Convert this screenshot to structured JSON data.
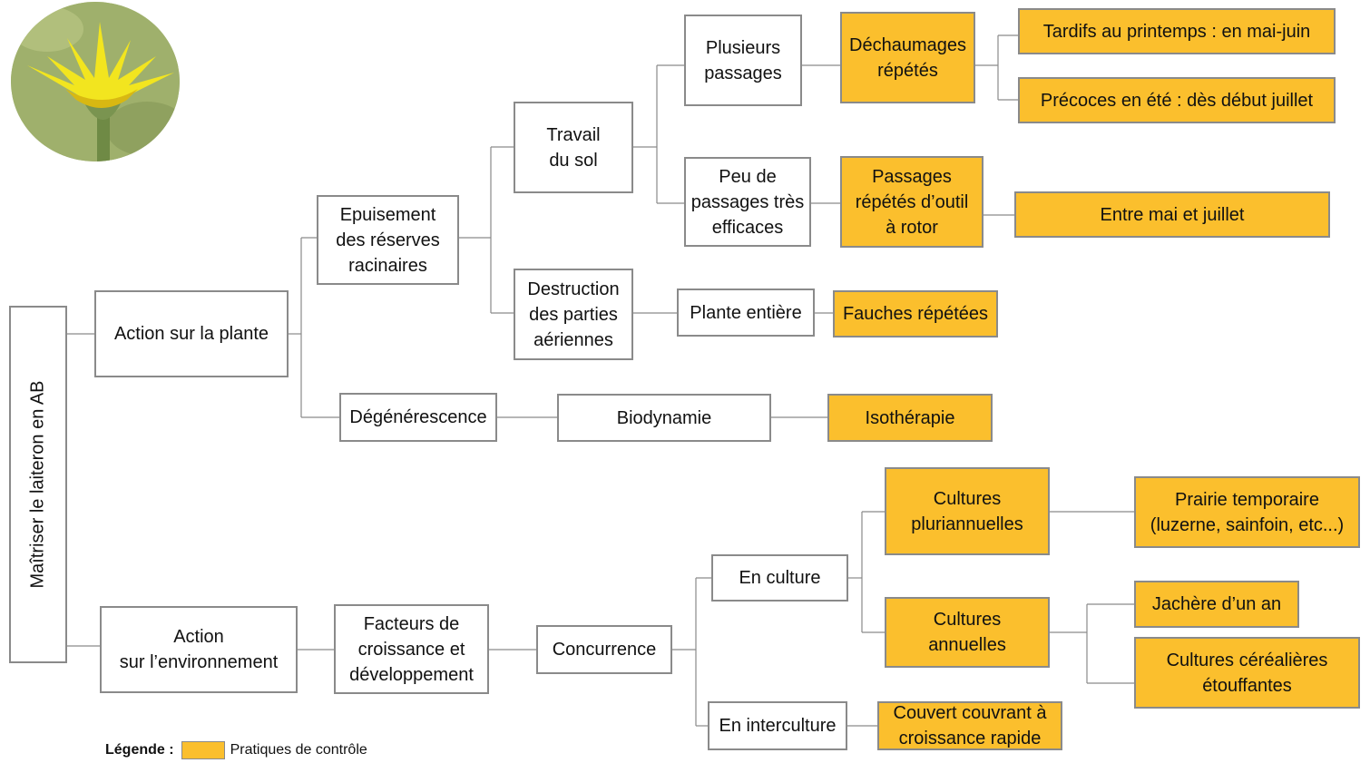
{
  "root": {
    "label": "Maîtriser le laiteron en AB"
  },
  "branches": {
    "plante": "Action sur la plante",
    "environnement": "Action\nsur l’environnement"
  },
  "plante": {
    "epuisement": "Epuisement\ndes réserves\nracinaires",
    "travail_sol": "Travail\ndu sol",
    "plusieurs_passages": "Plusieurs\npassages",
    "dechaumages": "Déchaumages\nrépétés",
    "tardifs": "Tardifs au printemps : en mai-juin",
    "precoces": "Précoces en été : dès début juillet",
    "peu_passages": "Peu de\npassages très\nefficaces",
    "passages_rotor": "Passages\nrépétés d’outil\nà rotor",
    "entre_mai_juillet": "Entre mai et juillet",
    "destruction": "Destruction\ndes parties\naériennes",
    "plante_entiere": "Plante entière",
    "fauches": "Fauches répétées",
    "degenerescence": "Dégénérescence",
    "biodynamie": "Biodynamie",
    "isotherapie": "Isothérapie"
  },
  "environnement": {
    "facteurs": "Facteurs de\ncroissance et\ndéveloppement",
    "concurrence": "Concurrence",
    "en_culture": "En culture",
    "pluriannuelles": "Cultures\npluriannuelles",
    "prairie": "Prairie temporaire\n(luzerne, sainfoin, etc...)",
    "annuelles": "Cultures\nannuelles",
    "jachere": "Jachère d’un an",
    "cerealieres": "Cultures céréalières\nétouffantes",
    "en_interculture": "En interculture",
    "couvert": "Couvert couvrant à\ncroissance rapide"
  },
  "legend": {
    "label": "Légende :",
    "item": "Pratiques de contrôle"
  },
  "colors": {
    "control_practice": "#fbbf2d",
    "border": "#8a8a8a"
  },
  "image": {
    "name": "yellow-flower-photo"
  }
}
